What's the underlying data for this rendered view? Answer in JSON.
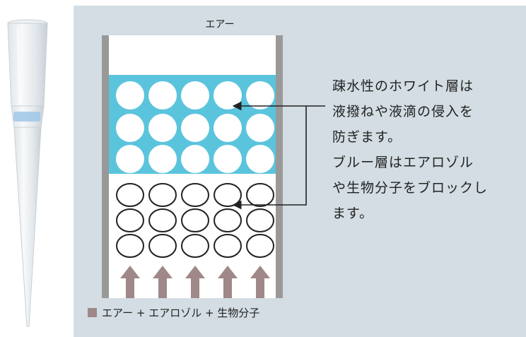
{
  "diagram": {
    "air_top_label": "エアー",
    "caption_lines": [
      "疎水性のホワイト層は",
      "液撥ねや液滴の侵入を",
      "防ぎます。",
      "ブルー層はエアロゾル",
      "や生物分子をブロックし",
      "ます。"
    ],
    "legend_label": "エアー + エアロゾル + 生物分子"
  },
  "colors": {
    "panel_bg": "#d3dde3",
    "blue_layer": "#5bc4dd",
    "wall_gray": "#999999",
    "arrow_brown": "#a08888",
    "circle_outline": "#222222"
  }
}
